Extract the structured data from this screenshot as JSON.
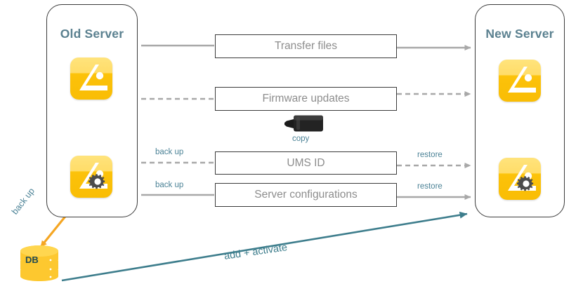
{
  "diagram": {
    "title_left": "Old Server",
    "title_right": "New Server",
    "colors": {
      "server_title": "#5a808f",
      "label_teal": "#4b8296",
      "box_text": "#8d8d8d",
      "connector_gray": "#a8a8a8",
      "accent_orange": "#f5a623",
      "accent_teal": "#3d7d8c",
      "icon_yellow": "#fcc20a",
      "usb_black": "#232323",
      "db_yellow": "#fdc82f"
    }
  },
  "left_server": {
    "title": "Old Server",
    "icons": [
      {
        "name": "server-icon",
        "variant": "plain"
      },
      {
        "name": "server-config-icon",
        "variant": "gear"
      }
    ]
  },
  "right_server": {
    "title": "New Server",
    "icons": [
      {
        "name": "server-icon",
        "variant": "plain"
      },
      {
        "name": "server-config-icon",
        "variant": "gear"
      }
    ]
  },
  "transfer_rows": [
    {
      "box_label": "Transfer files",
      "line_style": "solid",
      "left_label": "",
      "right_label": "",
      "right_arrow": true
    },
    {
      "box_label": "Firmware updates",
      "line_style": "dashed",
      "left_label": "",
      "right_label": "",
      "right_arrow": true
    },
    {
      "box_label": "UMS ID",
      "line_style": "dashed",
      "left_label": "back up",
      "right_label": "restore",
      "right_arrow": true
    },
    {
      "box_label": "Server configurations",
      "line_style": "solid",
      "left_label": "back up",
      "right_label": "restore",
      "right_arrow": true
    }
  ],
  "usb": {
    "icon_name": "usb-stick-icon",
    "caption": "copy"
  },
  "database": {
    "label": "DB",
    "backup_label": "back up"
  },
  "bottom_arrow": {
    "label": "add + activate"
  }
}
